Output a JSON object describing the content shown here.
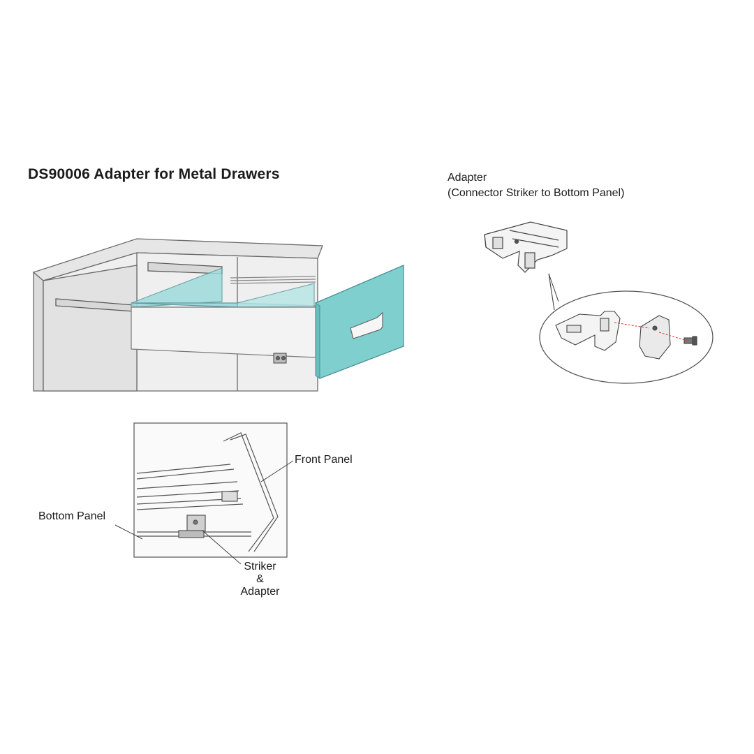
{
  "title": "DS90006 Adapter for Metal Drawers",
  "adapter_caption": {
    "line1": "Adapter",
    "line2": "(Connector Striker to Bottom Panel)"
  },
  "detail_labels": {
    "front_panel": "Front Panel",
    "bottom_panel": "Bottom Panel",
    "striker_line1": "Striker",
    "striker_line2": "&",
    "striker_line3": "Adapter"
  },
  "colors": {
    "drawer_front": "#7fcfcf",
    "drawer_side_glass": "#9edbdc",
    "cabinet_fill": "#ececec",
    "line": "#555555"
  }
}
